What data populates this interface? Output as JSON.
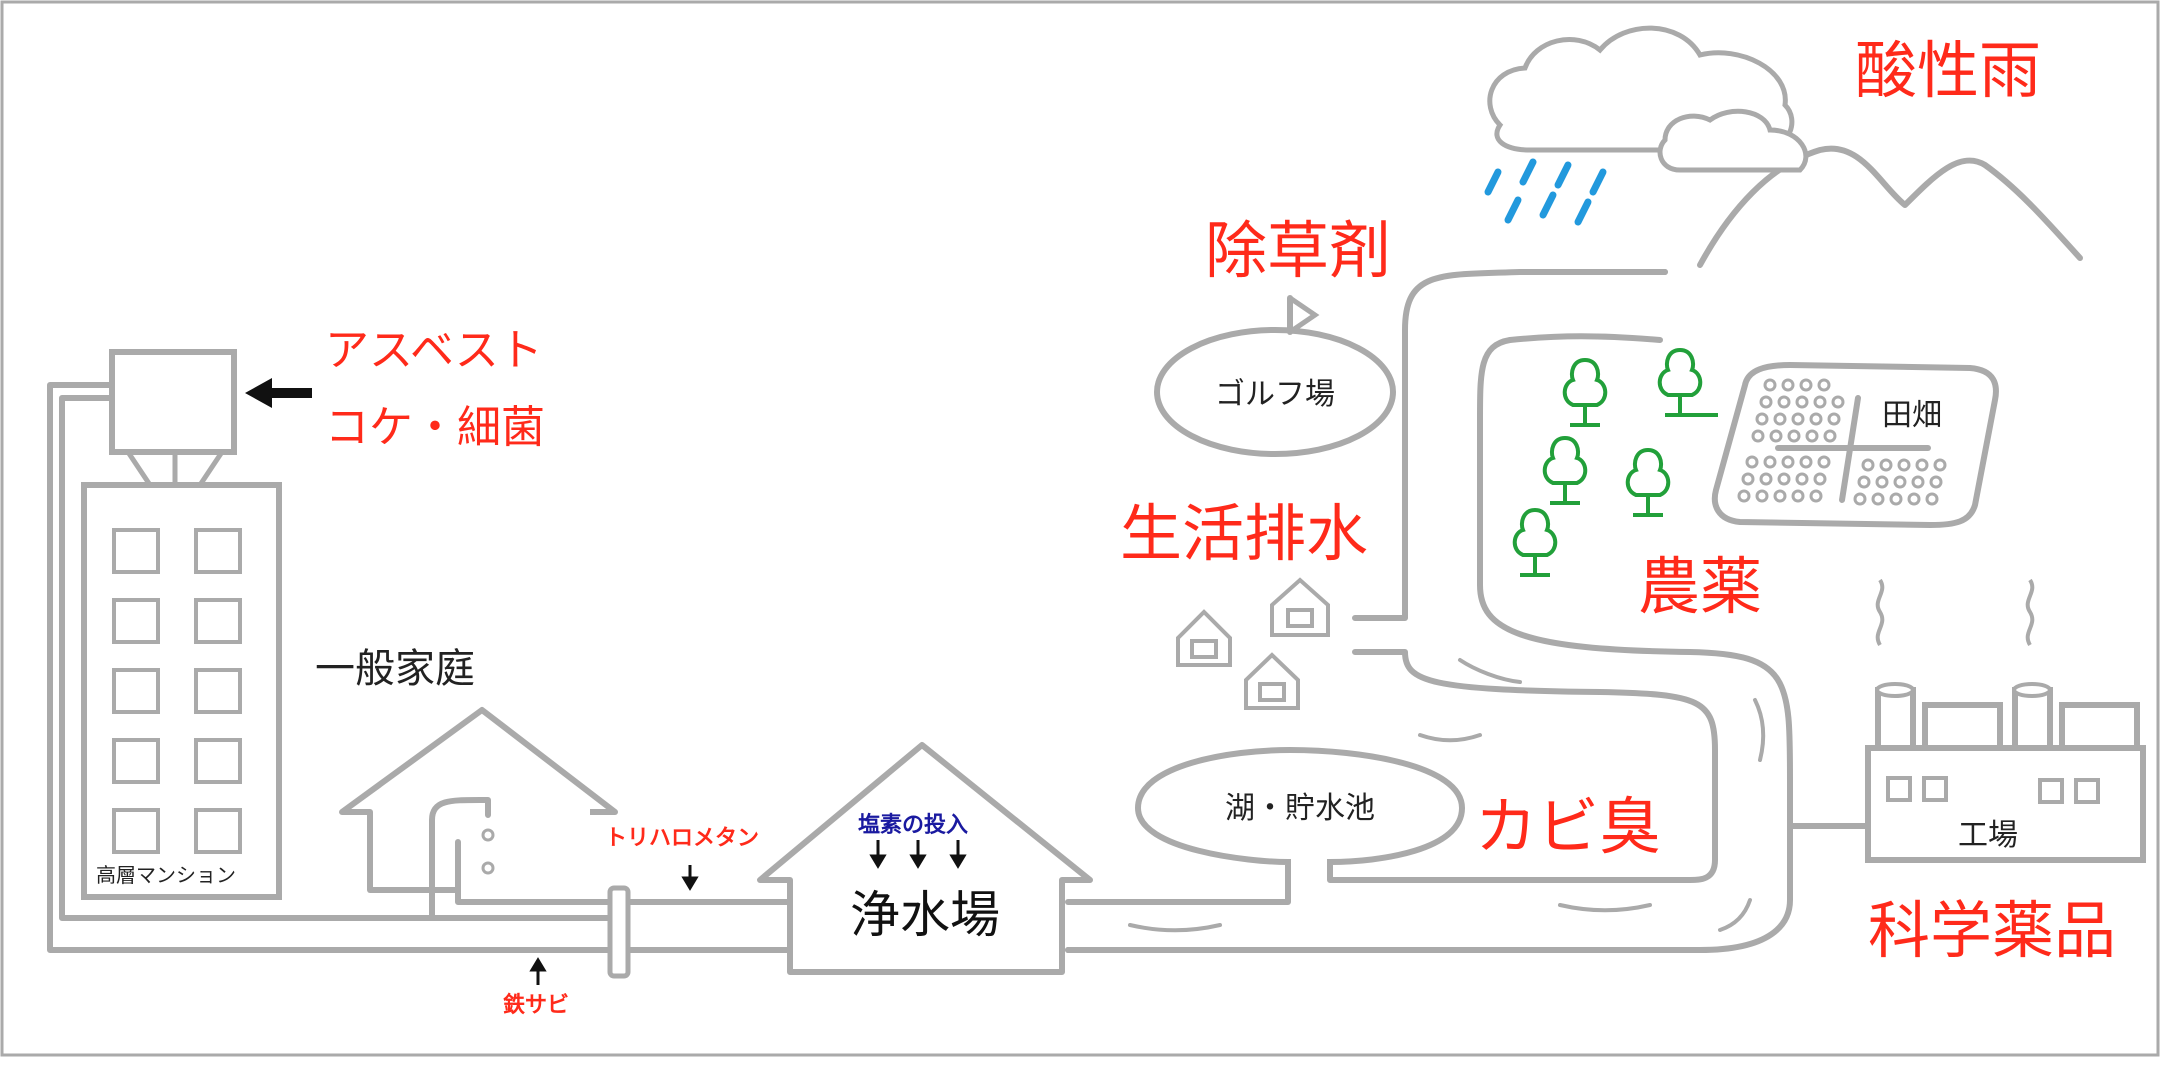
{
  "labels": {
    "acid_rain": "酸性雨",
    "herbicide": "除草剤",
    "golf_course": "ゴルフ場",
    "domestic_wastewater": "生活排水",
    "paddy_field": "田畑",
    "pesticide": "農薬",
    "asbestos": "アスベスト",
    "moss_bacteria": "コケ・細菌",
    "general_household": "一般家庭",
    "high_rise_mansion": "高層マンション",
    "trihalomethane": "トリハロメタン",
    "chlorine_injection": "塩素の投入",
    "water_purification_plant": "浄水場",
    "lake_reservoir": "湖・貯水池",
    "mold_odor": "カビ臭",
    "factory": "工場",
    "chemicals": "科学薬品",
    "iron_rust": "鉄サビ"
  },
  "colors": {
    "warning_text": "#ff2a1a",
    "outline": "#aaaaaa",
    "tree": "#22a03a",
    "rain": "#2299dd",
    "chlorine_text": "#1a1aa0"
  }
}
